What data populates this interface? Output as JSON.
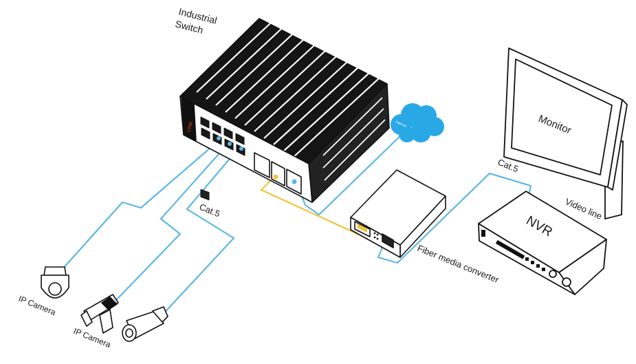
{
  "labels": {
    "switch_line1": "Industrial",
    "switch_line2": "Switch",
    "monitor": "Monitor",
    "nvr": "NVR",
    "video_line": "Video line",
    "cat5_top": "Cat.5",
    "cat5_left": "Cat.5",
    "fiber_converter": "Fiber media converter",
    "ip_camera_1": "IP Camera",
    "ip_camera_2": "IP Camera"
  },
  "colors": {
    "ethernet_cable": "#5bb8e6",
    "fiber_cable": "#f2c23a",
    "cloud": "#29a8e6",
    "outline": "#111111"
  }
}
